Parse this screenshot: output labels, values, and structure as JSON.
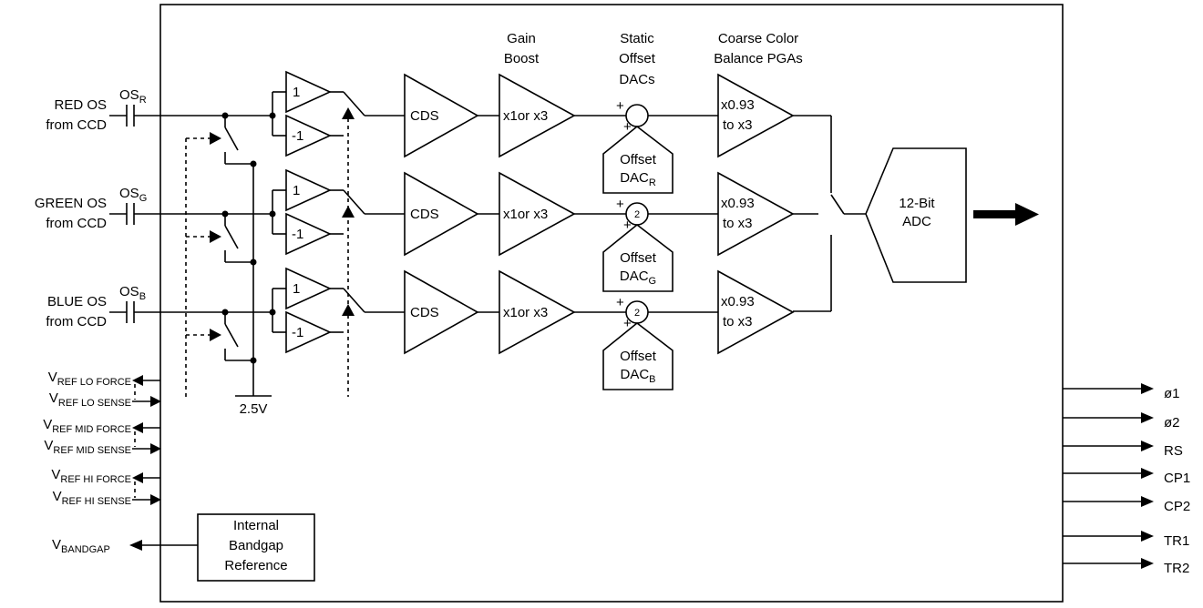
{
  "headers": {
    "gain_boost": [
      "Gain",
      "Boost"
    ],
    "static_offset": [
      "Static",
      "Offset",
      "DACs"
    ],
    "coarse_color": [
      "Coarse Color",
      "Balance PGAs"
    ]
  },
  "channels": [
    {
      "name": "RED OS",
      "from": "from CCD",
      "os_main": "OS",
      "os_sub": "R",
      "cds": "CDS",
      "gain": "x1or x3",
      "sum_mark": "",
      "plus_top": "+",
      "plus_bottom": "+",
      "dac_label": "Offset",
      "dac_main": "DAC",
      "dac_sub": "R",
      "pga_line1": "x0.93",
      "pga_line2": "to x3",
      "amp_pos": "1",
      "amp_neg": "-1"
    },
    {
      "name": "GREEN OS",
      "from": "from CCD",
      "os_main": "OS",
      "os_sub": "G",
      "cds": "CDS",
      "gain": "x1or x3",
      "sum_mark": "2",
      "plus_top": "+",
      "plus_bottom": "+",
      "dac_label": "Offset",
      "dac_main": "DAC",
      "dac_sub": "G",
      "pga_line1": "x0.93",
      "pga_line2": "to x3",
      "amp_pos": "1",
      "amp_neg": "-1"
    },
    {
      "name": "BLUE OS",
      "from": "from CCD",
      "os_main": "OS",
      "os_sub": "B",
      "cds": "CDS",
      "gain": "x1or x3",
      "sum_mark": "2",
      "plus_top": "+",
      "plus_bottom": "+",
      "dac_label": "Offset",
      "dac_main": "DAC",
      "dac_sub": "B",
      "pga_line1": "x0.93",
      "pga_line2": "to x3",
      "amp_pos": "1",
      "amp_neg": "-1"
    }
  ],
  "adc": {
    "line1": "12-Bit",
    "line2": "ADC"
  },
  "bias_label": "2.5V",
  "vref_pins": [
    {
      "main": "V",
      "sub": "REF LO FORCE"
    },
    {
      "main": "V",
      "sub": "REF LO SENSE"
    },
    {
      "main": "V",
      "sub": "REF MID FORCE"
    },
    {
      "main": "V",
      "sub": "REF MID SENSE"
    },
    {
      "main": "V",
      "sub": "REF HI FORCE"
    },
    {
      "main": "V",
      "sub": "REF HI SENSE"
    }
  ],
  "bandgap": {
    "main": "V",
    "sub": "BANDGAP",
    "block": [
      "Internal",
      "Bandgap",
      "Reference"
    ]
  },
  "outputs": [
    "ø1",
    "ø2",
    "RS",
    "CP1",
    "CP2",
    "TR1",
    "TR2"
  ]
}
